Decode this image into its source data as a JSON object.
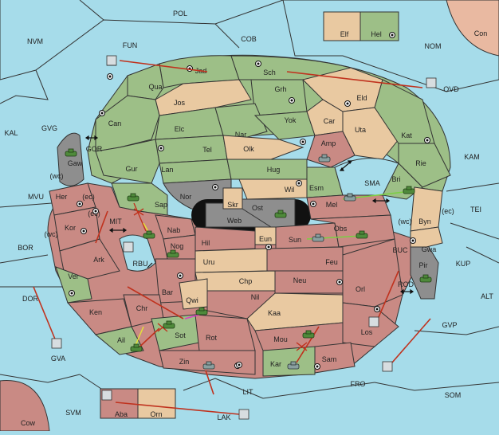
{
  "map": {
    "regions": {
      "pol": "POL",
      "nvm": "NVM",
      "fun": "FUN",
      "cob": "COB",
      "nom": "NOM",
      "con": "Con",
      "elf": "Elf",
      "hel": "Hel",
      "kal": "KAL",
      "gvg": "GVG",
      "gor": "GOR",
      "gaw": "Gaw",
      "jad": "Jad",
      "sch": "Sch",
      "ovd": "OVD",
      "qua": "Qua",
      "jos": "Jos",
      "grh": "Grh",
      "eld": "Eld",
      "can": "Can",
      "elc": "Elc",
      "nar": "Nar",
      "yok": "Yok",
      "car": "Car",
      "uta": "Uta",
      "kat": "Kat",
      "kam": "KAM",
      "tel": "Tel",
      "olk": "Olk",
      "amp": "Amp",
      "rie": "Rie",
      "gur": "Gur",
      "lan": "Lan",
      "hug": "Hug",
      "wil": "Wil",
      "esm": "Esm",
      "bri": "Bri",
      "sma": "SMA",
      "nor": "Nor",
      "skr": "Skr",
      "ost": "Ost",
      "web": "Web",
      "mel": "Mel",
      "her": "Her",
      "sap": "Sap",
      "mvu": "MVU",
      "tei": "TEI",
      "byn": "Byn",
      "mit": "MIT",
      "nab": "Nab",
      "kor": "Kor",
      "eun": "Eun",
      "sun": "Sun",
      "obs": "Obs",
      "hil": "Hil",
      "gwa": "Gwa",
      "bor": "BOR",
      "nog": "Nog",
      "buc": "BUC",
      "kup": "KUP",
      "ark": "Ark",
      "rbu": "RBU",
      "uru": "Uru",
      "feu": "Feu",
      "pir": "Pir",
      "ver": "Ver",
      "chp": "Chp",
      "neu": "Neu",
      "orl": "Orl",
      "dor": "DOR",
      "bar": "Bar",
      "qwi": "Qwi",
      "nil": "Nil",
      "rod": "ROD",
      "alt": "ALT",
      "ken": "Ken",
      "chr": "Chr",
      "kaa": "Kaa",
      "los": "Los",
      "gvp": "GVP",
      "ail": "Ail",
      "sot": "Sot",
      "rot": "Rot",
      "mou": "Mou",
      "gva": "GVA",
      "zin": "Zin",
      "kar": "Kar",
      "sam": "Sam",
      "fro": "FRO",
      "som": "SOM",
      "lit": "LIT",
      "svm": "SVM",
      "aba": "Aba",
      "orn": "Orn",
      "lak": "LAK",
      "cow": "Cow"
    },
    "coast_tags": {
      "wc1": "(wc)",
      "ec1": "(ec)",
      "ec2": "(ec)",
      "wc2": "(wc)",
      "wc3": "(wc)",
      "ec3": "(ec)"
    },
    "colors": {
      "sea": "#a6dcea",
      "green": "#9dbf87",
      "tan": "#e9c9a1",
      "rose": "#c98a84",
      "grey": "#8e8e8e",
      "order": "#c0321e"
    }
  }
}
